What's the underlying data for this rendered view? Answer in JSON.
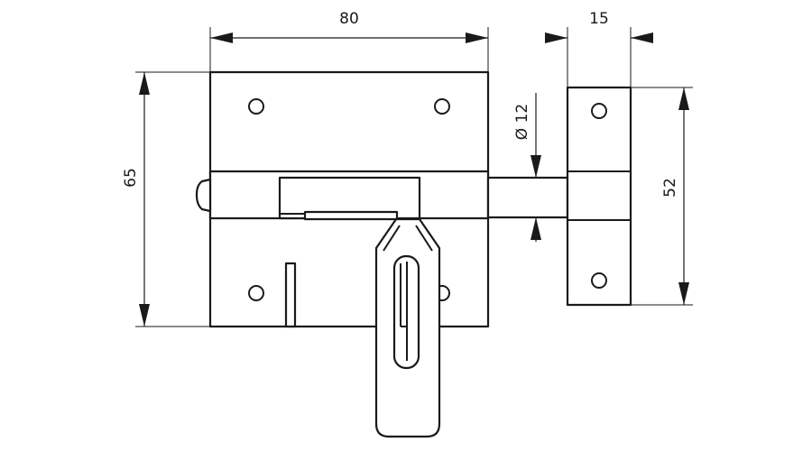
{
  "dimensions": {
    "width": "80",
    "height": "65",
    "keeper_width": "15",
    "keeper_height": "52",
    "bolt_diameter": "Ø 12"
  }
}
